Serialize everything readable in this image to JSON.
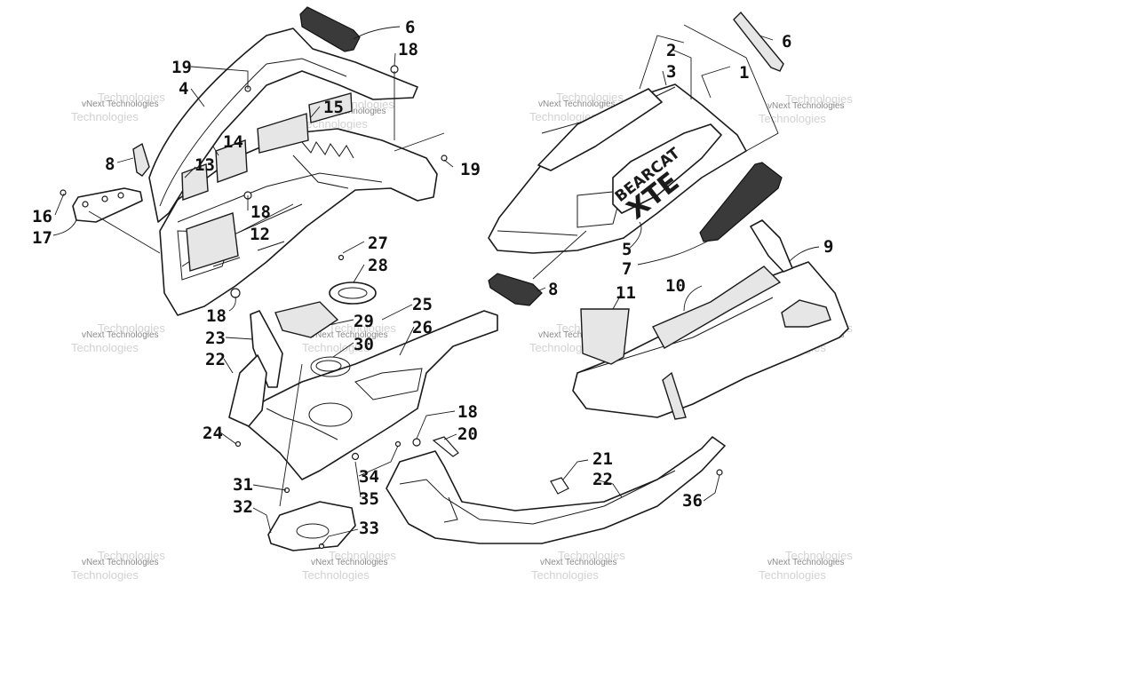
{
  "watermark": {
    "line1": "vNext Technologies",
    "line2": "Technologies"
  },
  "decals": {
    "brand": "BEARCAT",
    "model": "XTE"
  },
  "callouts": {
    "n1": "1",
    "n2": "2",
    "n3": "3",
    "n4": "4",
    "n5": "5",
    "n6a": "6",
    "n6b": "6",
    "n7": "7",
    "n8a": "8",
    "n8b": "8",
    "n9": "9",
    "n10": "10",
    "n11": "11",
    "n12": "12",
    "n13": "13",
    "n14": "14",
    "n15": "15",
    "n16": "16",
    "n17": "17",
    "n18a": "18",
    "n18b": "18",
    "n18c": "18",
    "n18d": "18",
    "n19a": "19",
    "n19b": "19",
    "n20": "20",
    "n21": "21",
    "n22a": "22",
    "n22b": "22",
    "n23": "23",
    "n24": "24",
    "n25": "25",
    "n26": "26",
    "n27": "27",
    "n28": "28",
    "n29": "29",
    "n30": "30",
    "n31": "31",
    "n32": "32",
    "n33": "33",
    "n34": "34",
    "n35": "35",
    "n36": "36"
  }
}
